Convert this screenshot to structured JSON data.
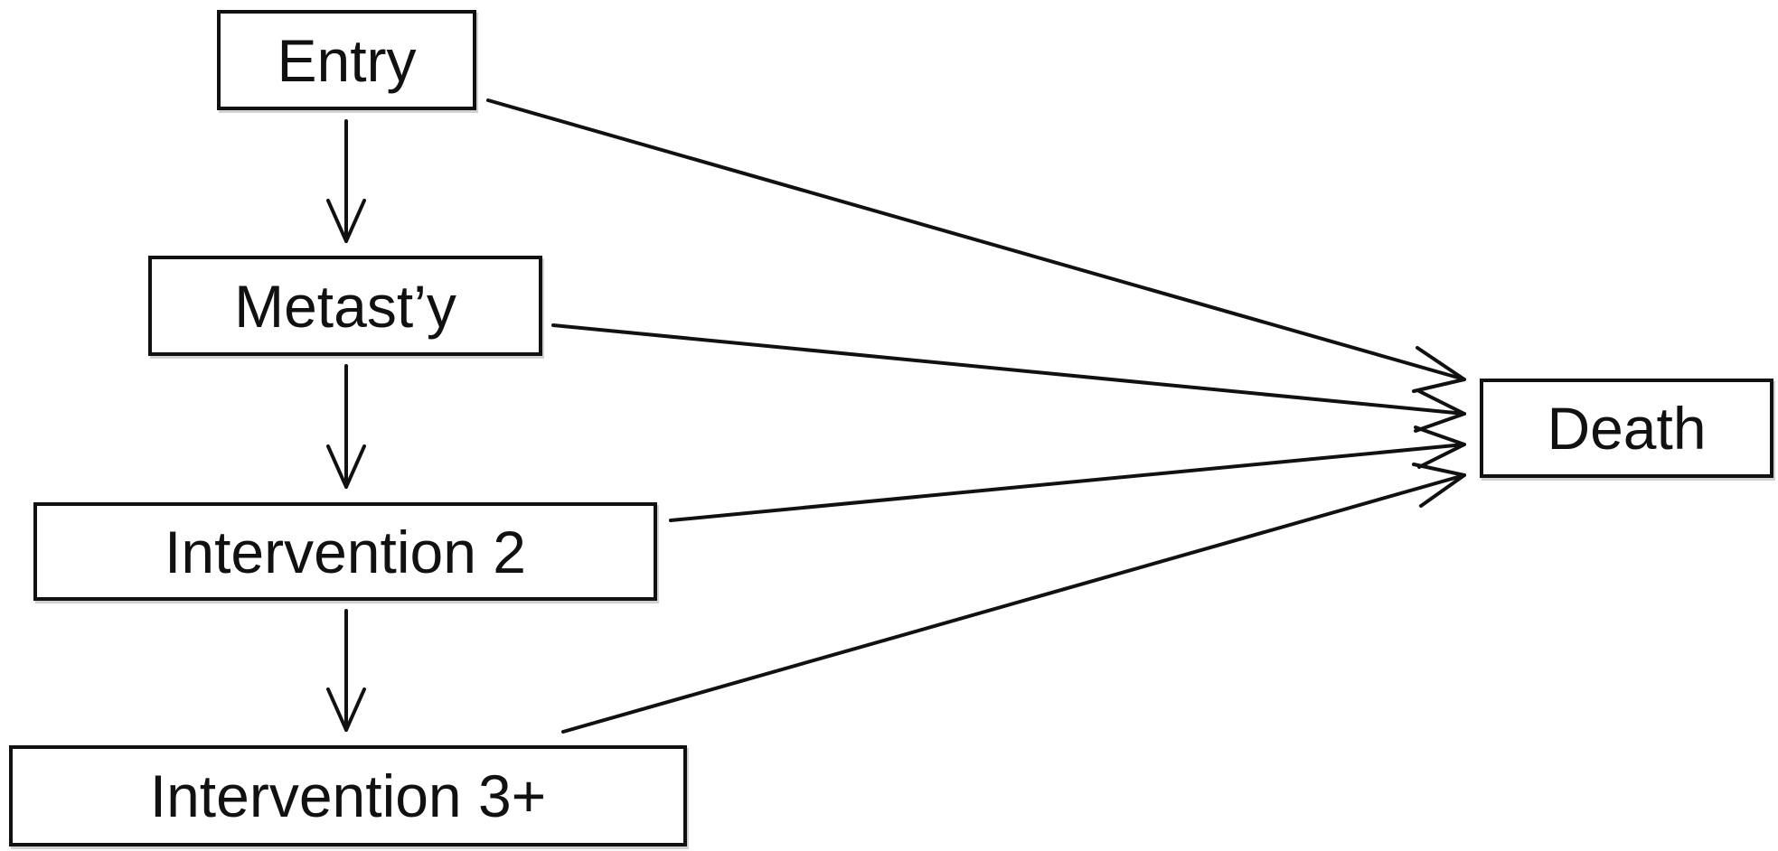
{
  "nodes": {
    "entry": {
      "label": "Entry"
    },
    "metastasectomy": {
      "label": "Metast’y"
    },
    "intervention_2": {
      "label": "Intervention 2"
    },
    "intervention_3plus": {
      "label": "Intervention 3+"
    },
    "death": {
      "label": "Death"
    }
  },
  "edges": [
    {
      "from": "entry",
      "to": "metastasectomy"
    },
    {
      "from": "metastasectomy",
      "to": "intervention_2"
    },
    {
      "from": "intervention_2",
      "to": "intervention_3plus"
    },
    {
      "from": "entry",
      "to": "death"
    },
    {
      "from": "metastasectomy",
      "to": "death"
    },
    {
      "from": "intervention_2",
      "to": "death"
    },
    {
      "from": "intervention_3plus",
      "to": "death"
    }
  ],
  "colors": {
    "stroke": "#111111",
    "background": "#ffffff"
  }
}
